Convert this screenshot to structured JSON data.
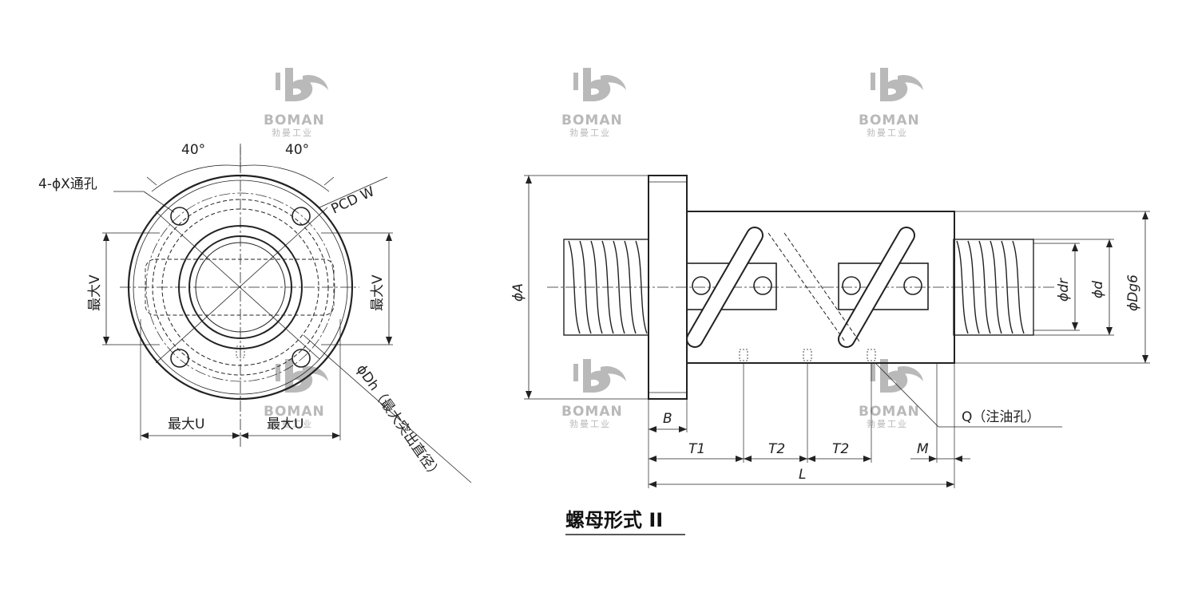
{
  "watermark": {
    "brand": "BOMAN",
    "subtitle": "勃曼工业"
  },
  "labels": {
    "angle_left": "40°",
    "angle_right": "40°",
    "holes": "4-ϕX通孔",
    "pcd": "PCD W",
    "max_v_left": "最大V",
    "max_v_right": "最大V",
    "max_u_left": "最大U",
    "max_u_right": "最大U",
    "dh_note": "ϕDh（最大突出直径）",
    "phi_a": "ϕA",
    "b": "B",
    "t1": "T1",
    "t2a": "T2",
    "t2b": "T2",
    "m": "M",
    "l": "L",
    "q": "Q（注油孔）",
    "dr": "ϕdr",
    "d": "ϕd",
    "dg6": "ϕDg6"
  },
  "caption": "螺母形式 II"
}
